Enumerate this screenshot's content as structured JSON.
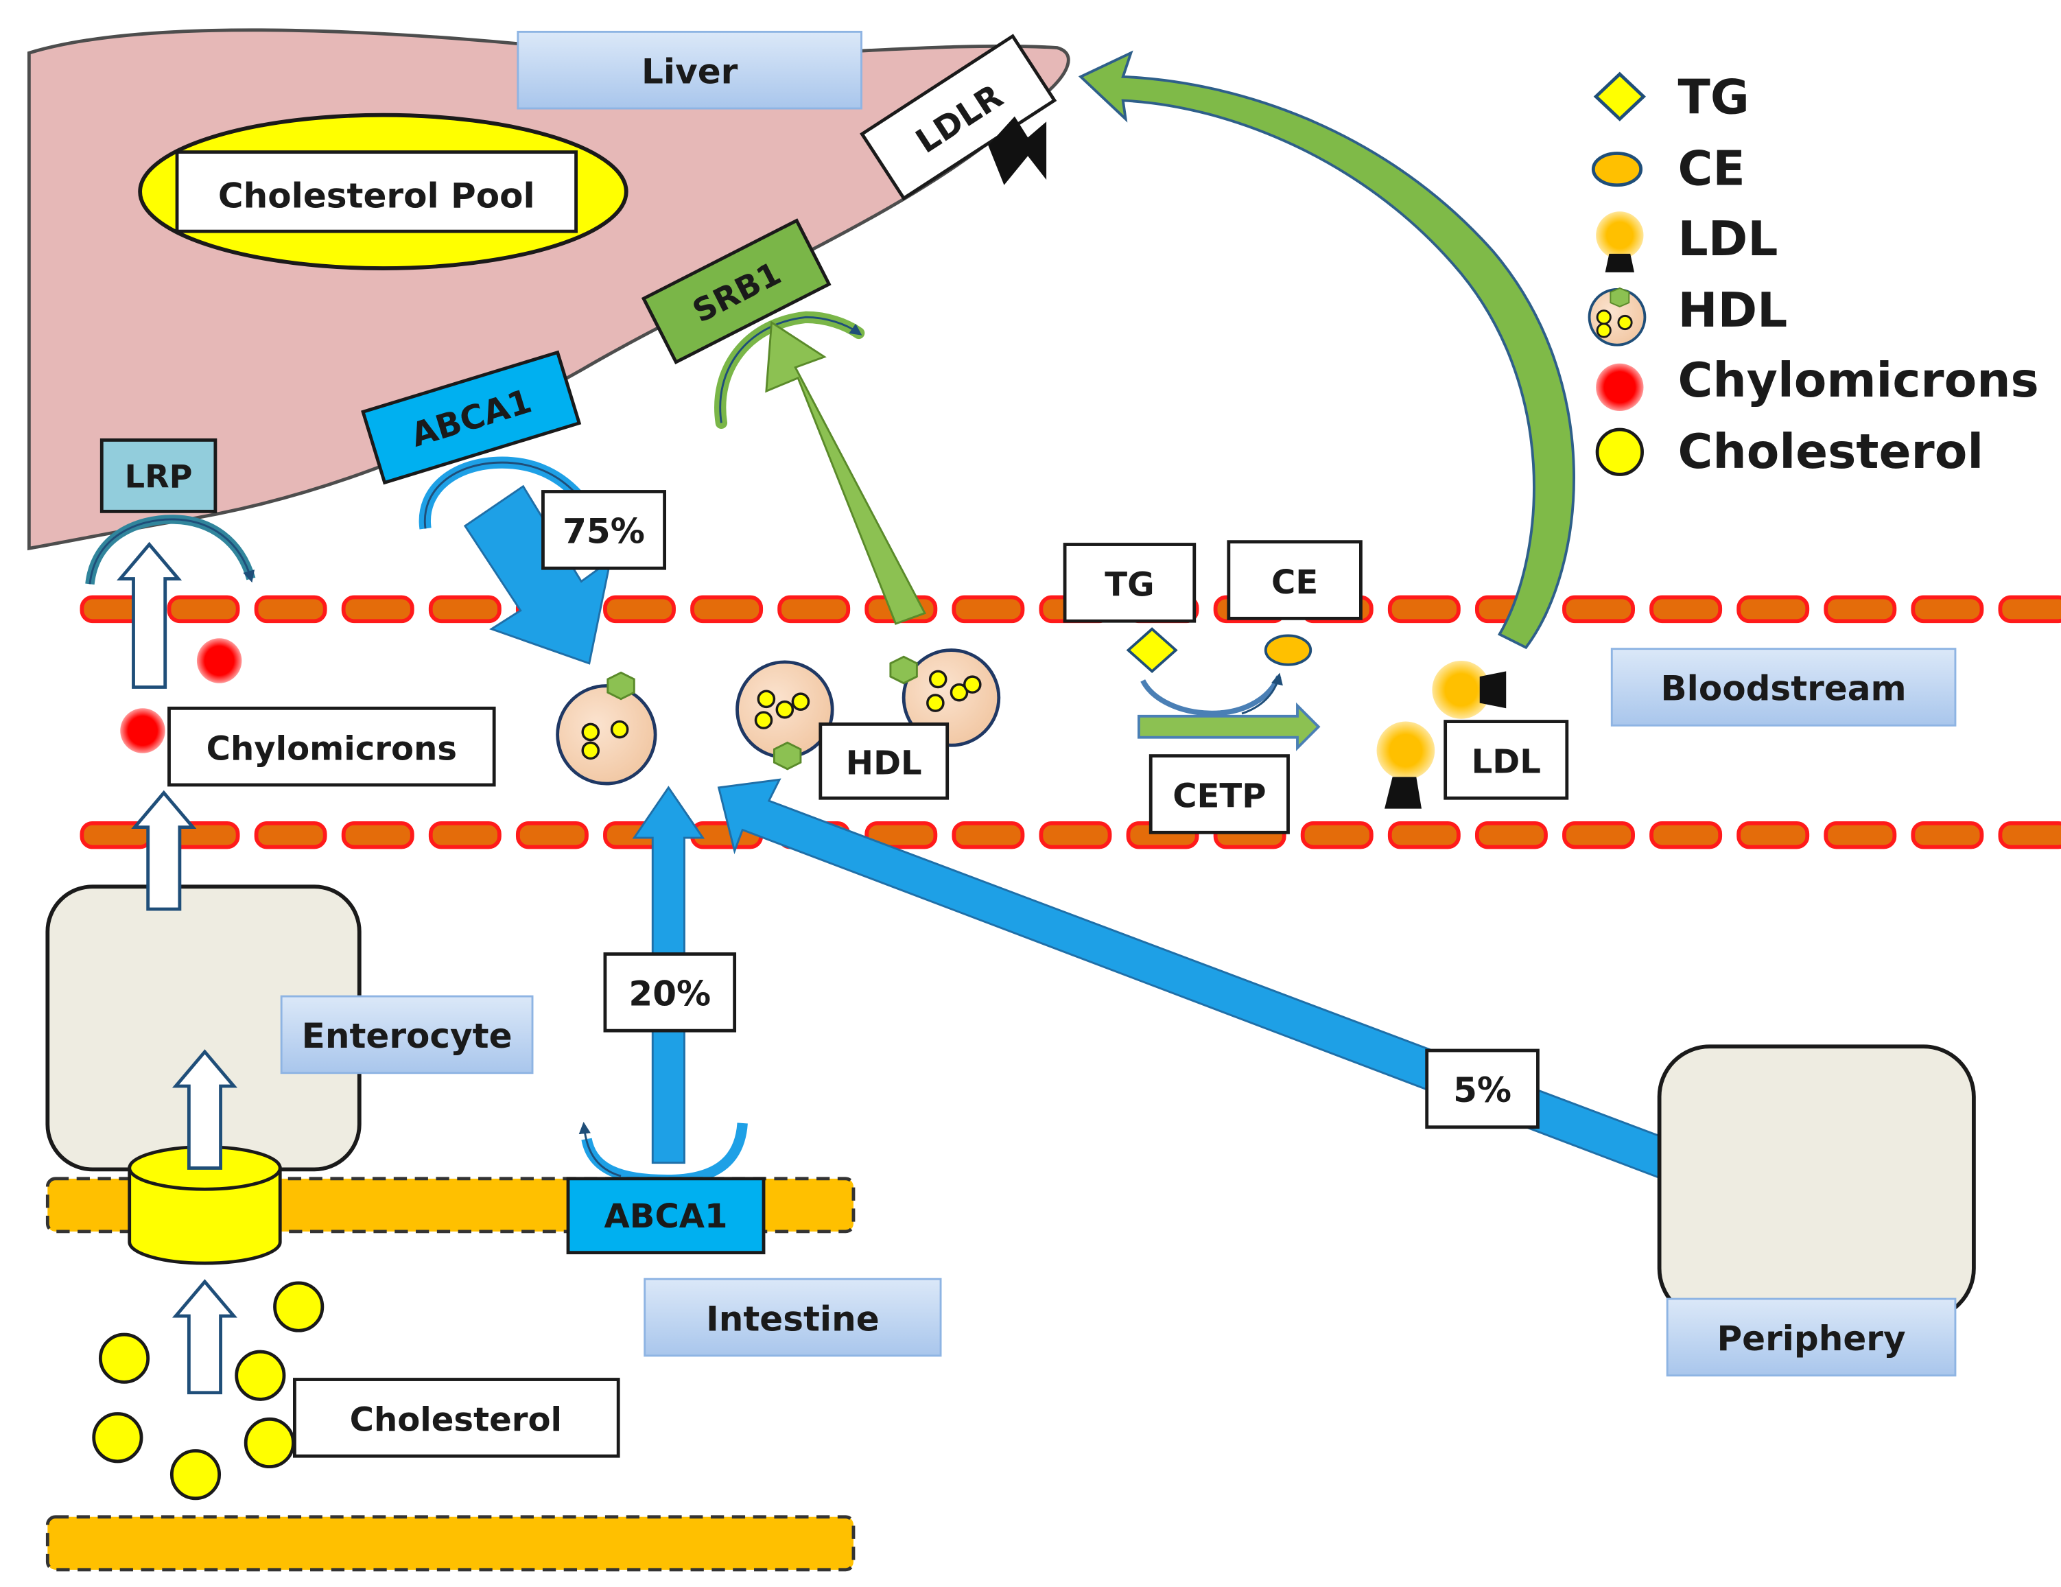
{
  "regions": {
    "liver": "Liver",
    "bloodstream": "Bloodstream",
    "enterocyte": "Enterocyte",
    "intestine": "Intestine",
    "periphery": "Periphery"
  },
  "labels": {
    "cholesterol_pool": "Cholesterol Pool",
    "ldlr": "LDLR",
    "srb1": "SRB1",
    "abca1_liver": "ABCA1",
    "abca1_intestine": "ABCA1",
    "lrp": "LRP",
    "chylomicrons": "Chylomicrons",
    "hdl": "HDL",
    "tg": "TG",
    "ce": "CE",
    "cetp": "CETP",
    "ldl": "LDL",
    "cholesterol": "Cholesterol"
  },
  "percentages": {
    "liver": "75%",
    "intestine": "20%",
    "periphery": "5%"
  },
  "legend": [
    {
      "symbol": "tg-diamond-icon",
      "label": "TG"
    },
    {
      "symbol": "ce-ellipse-icon",
      "label": "CE"
    },
    {
      "symbol": "ldl-particle-icon",
      "label": "LDL"
    },
    {
      "symbol": "hdl-particle-icon",
      "label": "HDL"
    },
    {
      "symbol": "chylomicron-dot-icon",
      "label": "Chylomicrons"
    },
    {
      "symbol": "cholesterol-dot-icon",
      "label": "Cholesterol"
    }
  ],
  "colors": {
    "liver": "#e6b8b7",
    "membrane_dash": "#e46c0a",
    "membrane_outline": "#ff0000",
    "intestine_membrane": "#ffc000",
    "abca1": "#00b0f0",
    "srb1": "#7ab648",
    "lrp": "#92cddc",
    "cholesterol": "#ffff00",
    "chylomicron": "#ff0000",
    "blue_arrow": "#1ea0e6",
    "green_arrow": "#7fba48",
    "region_label": "#c5d9f1",
    "cell": "#eeece1"
  }
}
